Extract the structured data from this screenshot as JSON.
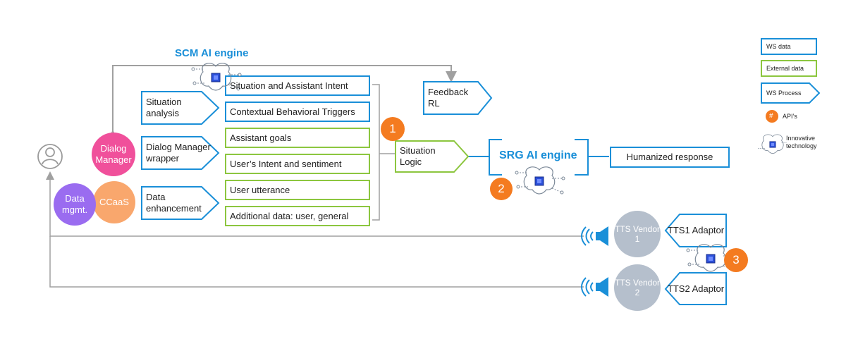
{
  "colors": {
    "ws_blue": "#1a8fd8",
    "external_green": "#8cc63f",
    "api_orange": "#f47b20",
    "dialog_pink": "#f0509b",
    "data_purple": "#9a6cf0",
    "ccaas_peach": "#f9a76d",
    "tts_gray": "#b5bfcc",
    "line_gray": "#a0a0a0",
    "chip_blue": "#2b4fd8"
  },
  "engines": {
    "scm_title": "SCM AI engine",
    "srg_title": "SRG AI engine"
  },
  "actors": {
    "dialog_manager": "Dialog Manager",
    "data_mgmt": "Data mgmt.",
    "ccaas": "CCaaS"
  },
  "processes": {
    "situation_analysis": "Situation analysis",
    "dialog_manager_wrapper": "Dialog Manager wrapper",
    "data_enhancement": "Data enhancement",
    "situation_logic": "Situation Logic",
    "feedback_rl": "Feedback RL",
    "tts1_adaptor": "TTS1 Adaptor",
    "tts2_adaptor": "TTS2 Adaptor"
  },
  "ws_data": {
    "situation_intent": "Situation and Assistant Intent",
    "behavioral_triggers": "Contextual Behavioral Triggers",
    "humanized_response": "Humanized response"
  },
  "external_data": {
    "assistant_goals": "Assistant goals",
    "user_intent": "User’s Intent and sentiment",
    "user_utterance": "User utterance",
    "additional_data": "Additional data: user, general"
  },
  "tts": {
    "vendor1": "TTS Vendor 1",
    "vendor2": "TTS Vendor 2"
  },
  "badges": {
    "one": "1",
    "two": "2",
    "three": "3"
  },
  "legend": {
    "ws_data": "WS data",
    "external_data": "External data",
    "ws_process": "WS Process",
    "api_symbol": "#",
    "api_label": "API’s",
    "innovative": "Innovative technology"
  },
  "icons": [
    "user-icon",
    "speaker-icon",
    "chip-icon"
  ]
}
